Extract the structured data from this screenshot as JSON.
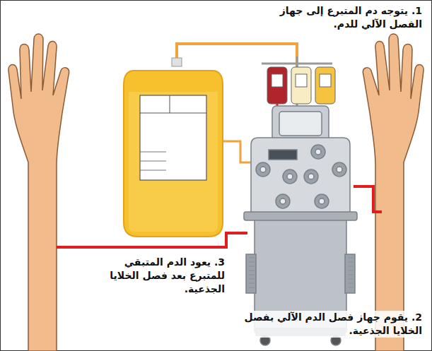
{
  "diagram": {
    "labels": [
      "1. يتوجه دم المتبرع إلى جهاز الفصل الآلي للدم.",
      "3. يعود الدم المتبقي للمتبرع بعد فصل الخلايا الجذعية.",
      "2. يقوم جهاز فصل الدم الآلي بفصل الخلايا الجذعية."
    ]
  }
}
